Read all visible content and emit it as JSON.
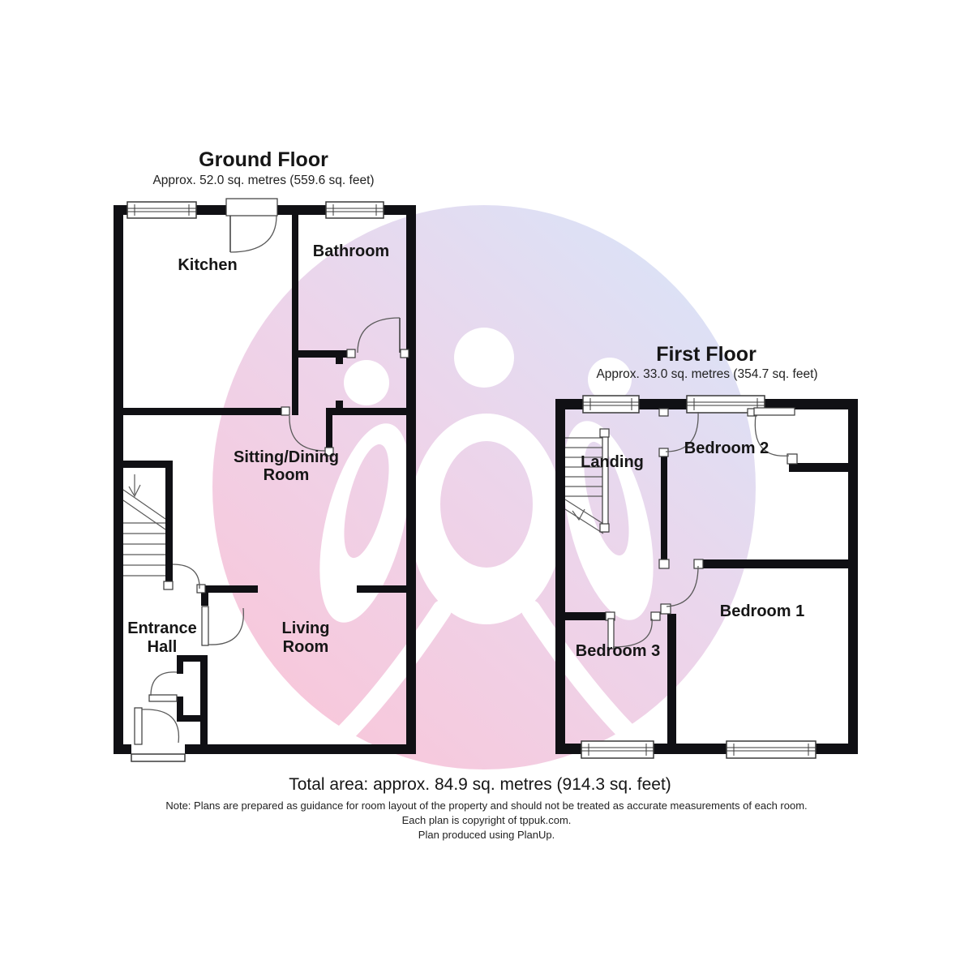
{
  "ground_floor": {
    "title": "Ground Floor",
    "area": "Approx. 52.0 sq. metres (559.6 sq. feet)",
    "rooms": {
      "kitchen": "Kitchen",
      "bathroom": "Bathroom",
      "sitting_dining": {
        "line1": "Sitting/Dining",
        "line2": "Room"
      },
      "entrance_hall": {
        "line1": "Entrance",
        "line2": "Hall"
      },
      "living_room": {
        "line1": "Living",
        "line2": "Room"
      }
    }
  },
  "first_floor": {
    "title": "First Floor",
    "area": "Approx. 33.0 sq. metres (354.7 sq. feet)",
    "rooms": {
      "landing": "Landing",
      "bedroom1": "Bedroom 1",
      "bedroom2": "Bedroom 2",
      "bedroom3": "Bedroom 3"
    }
  },
  "footer": {
    "total_area": "Total area: approx. 84.9 sq. metres (914.3 sq. feet)",
    "note_line1": "Note: Plans are prepared as guidance for room layout of the property and should not be treated as accurate measurements of each room.",
    "note_line2": "Each plan is copyright of tppuk.com.",
    "note_line3": "Plan produced using PlanUp."
  },
  "watermark": {
    "pink": "#f9c6d9",
    "mid": "#edd4ea",
    "blue": "#d9e4f8",
    "figure_color": "#ffffff"
  }
}
